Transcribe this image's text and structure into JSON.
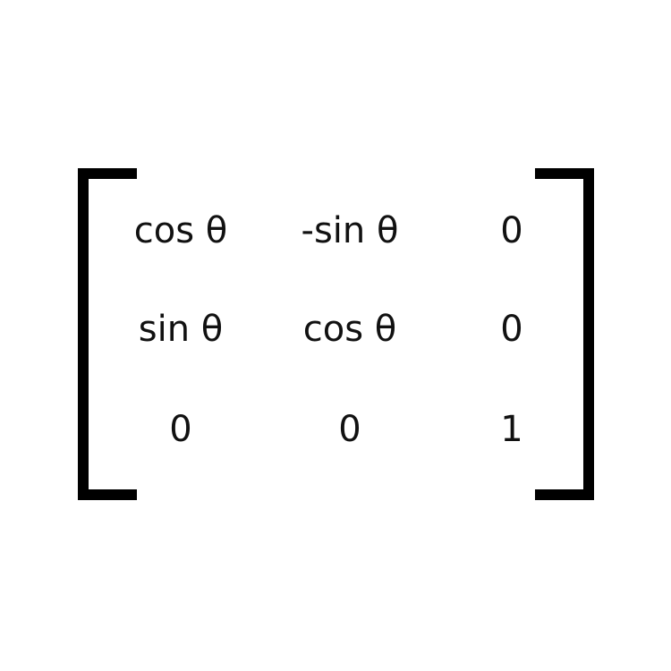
{
  "matrix": {
    "rows": [
      [
        "cos θ",
        "-sin θ",
        "0"
      ],
      [
        "sin θ",
        "cos θ",
        "0"
      ],
      [
        "0",
        "0",
        "1"
      ]
    ]
  }
}
